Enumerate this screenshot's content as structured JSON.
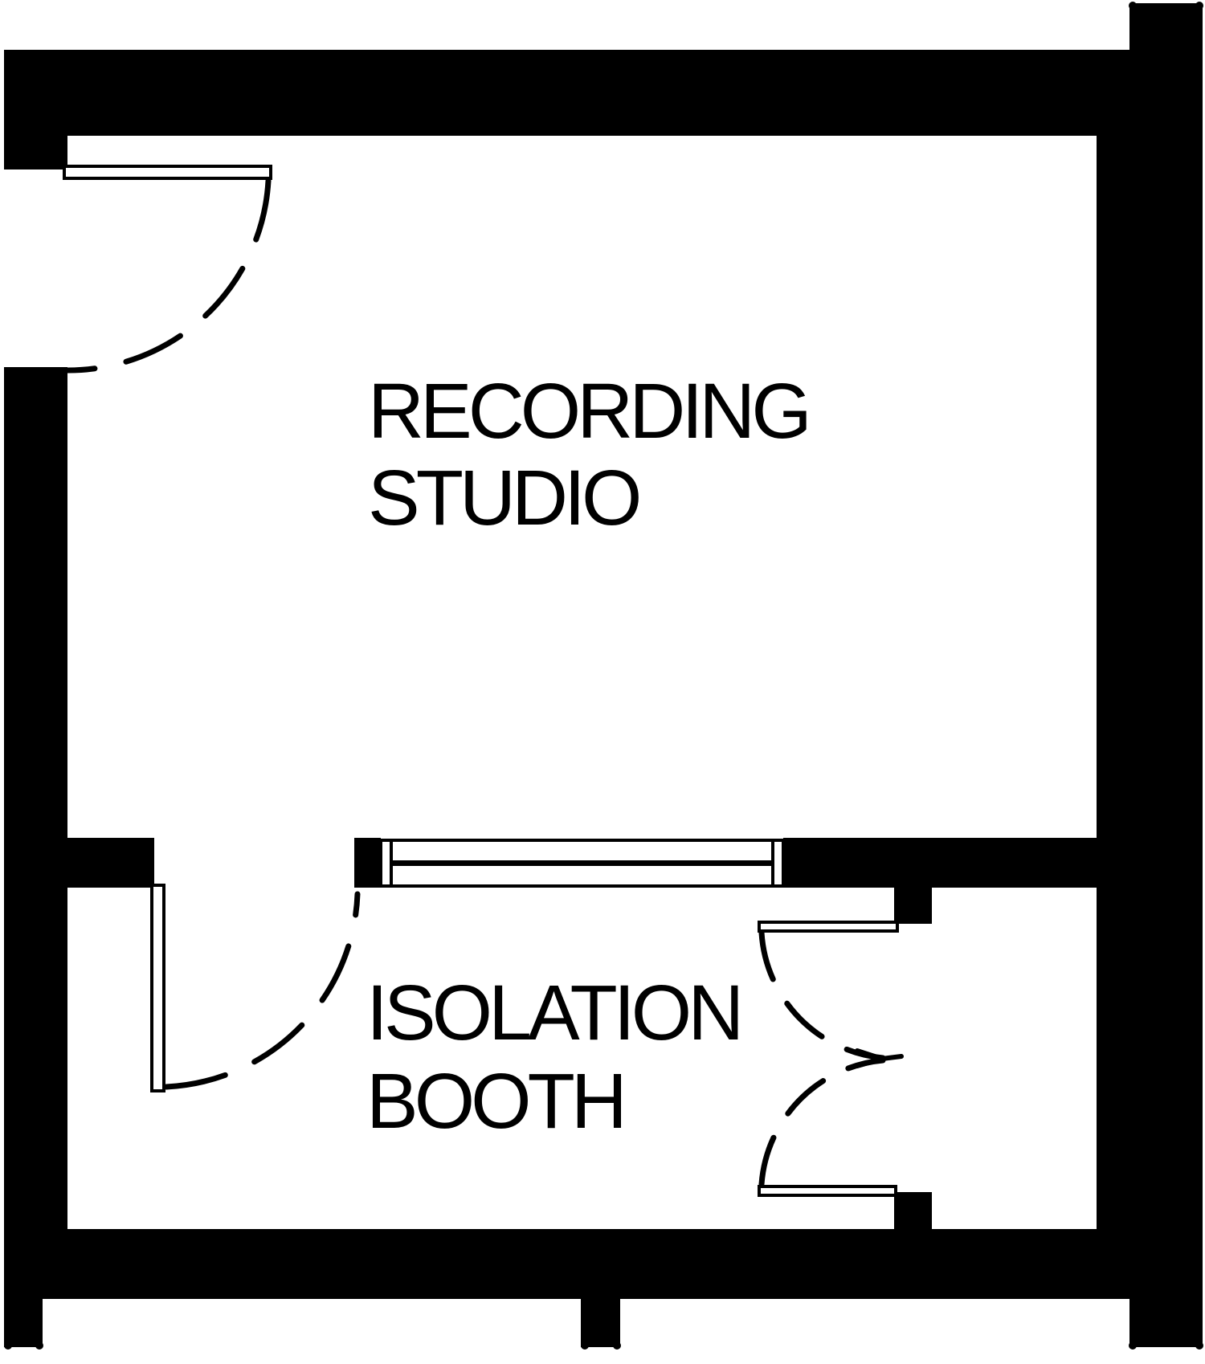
{
  "plan": {
    "title": "Recording studio floor plan",
    "background_color": "#ffffff",
    "wall_color": "#000000",
    "line_color": "#000000",
    "door_fill_color": "#ffffff"
  },
  "rooms": [
    {
      "name": "recording-studio",
      "label_lines": [
        "RECORDING",
        "STUDIO"
      ]
    },
    {
      "name": "isolation-booth",
      "label_lines": [
        "ISOLATION",
        "BOOTH"
      ]
    }
  ],
  "fixtures": {
    "doors": [
      {
        "name": "studio-entry-door",
        "symbol": "single-swing-door"
      },
      {
        "name": "booth-entry-door",
        "symbol": "single-swing-door"
      },
      {
        "name": "booth-double-door",
        "symbol": "double-swing-door-with-arrow"
      }
    ],
    "windows": [
      {
        "name": "studio-booth-window",
        "symbol": "interior-window-with-glazing-line"
      }
    ]
  }
}
